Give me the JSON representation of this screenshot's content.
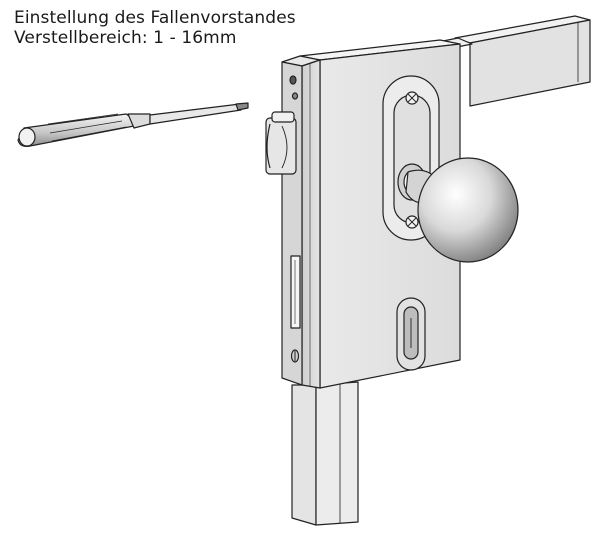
{
  "caption": {
    "title": "Einstellung des Fallenvorstandes",
    "range_line": "Verstellbereich:  1 - 16mm"
  },
  "colors": {
    "outline": "#222222",
    "metal_light": "#ececec",
    "metal_mid": "#d2d2d2",
    "metal_dark": "#9a9a9a"
  },
  "illustration": {
    "parts": [
      "screwdriver",
      "lock-case",
      "faceplate",
      "latch-bolt",
      "escutcheon-plate",
      "door-knob",
      "cylinder-keyhole",
      "gate-frame-tube"
    ]
  }
}
